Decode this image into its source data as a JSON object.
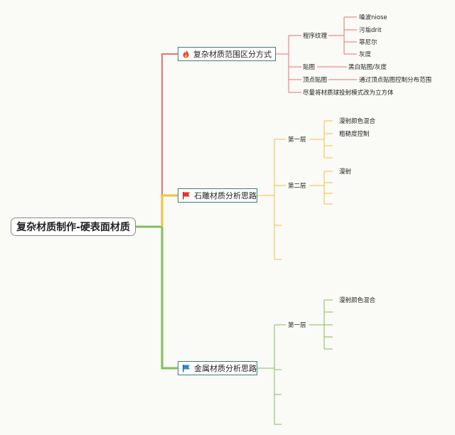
{
  "root": {
    "label": "复杂材质制作-硬表面材质"
  },
  "branches": [
    {
      "label": "复杂材质范围区分方式",
      "icon": "flame-icon",
      "color": "#e8736c",
      "children": [
        {
          "label": "程序纹理",
          "children": [
            "噪波niose",
            "污垢drit",
            "菲尼尔",
            "灰度"
          ]
        },
        {
          "label": "贴图",
          "children": [
            "黑白贴图/灰度"
          ]
        },
        {
          "label": "顶点贴图",
          "children": [
            "通过顶点贴图控制分布范围"
          ]
        },
        {
          "label": "尽量将材质球投射模式改为立方体",
          "children": []
        }
      ]
    },
    {
      "label": "石雕材质分析思路",
      "icon": "red-flag-icon",
      "color": "#f5bf3c",
      "children": [
        {
          "label": "第一层",
          "children": [
            "漫射颜色混合",
            "粗糙度控制",
            "",
            ""
          ]
        },
        {
          "label": "第二层",
          "children": [
            "漫射",
            "",
            "",
            ""
          ]
        },
        {
          "label": "",
          "children": []
        },
        {
          "label": "",
          "children": []
        }
      ]
    },
    {
      "label": "金属材质分析思路",
      "icon": "blue-flag-icon",
      "color": "#7fc05a",
      "children": [
        {
          "label": "第一层",
          "children": [
            "漫射颜色混合",
            "",
            "",
            "",
            ""
          ]
        },
        {
          "label": "",
          "children": []
        },
        {
          "label": "",
          "children": []
        },
        {
          "label": "",
          "children": []
        }
      ]
    }
  ]
}
